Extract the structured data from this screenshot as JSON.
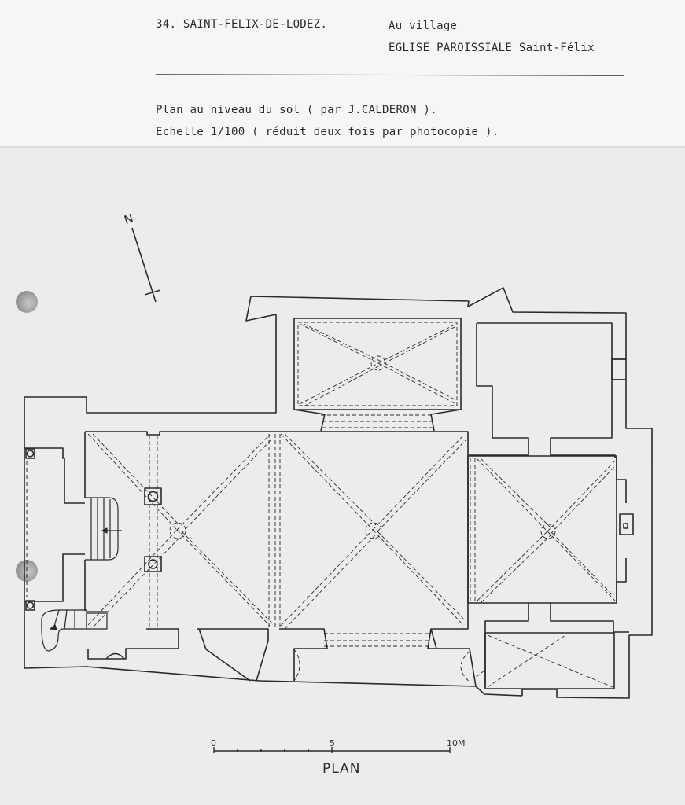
{
  "header": {
    "ref_number": "34. SAINT-FELIX-DE-LODEZ.",
    "location": "Au village",
    "building": "EGLISE PAROISSIALE Saint-Félix"
  },
  "caption": {
    "line1": "Plan au niveau du sol ( par J.CALDERON ).",
    "line2": "Echelle 1/100 ( réduit deux fois par photocopie )."
  },
  "plan": {
    "title": "PLAN",
    "north_label": "N",
    "scale_labels": [
      "0",
      "5",
      "10M"
    ]
  },
  "colors": {
    "ink": "#2a2a2a",
    "paper": "#ececea"
  }
}
